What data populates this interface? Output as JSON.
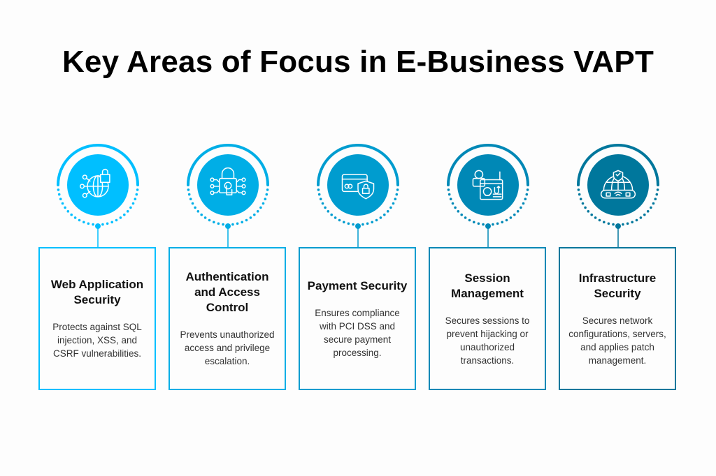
{
  "title": "Key Areas of Focus in E-Business VAPT",
  "items": [
    {
      "heading": "Web Application Security",
      "description": "Protects against SQL injection, XSS, and CSRF vulnerabilities.",
      "icon": "globe-lock-network-icon",
      "color": "#00bfff"
    },
    {
      "heading": "Authentication and Access Control",
      "description": "Prevents unauthorized access and privilege escalation.",
      "icon": "lock-touch-icon",
      "color": "#00aee6"
    },
    {
      "heading": "Payment Security",
      "description": "Ensures compliance with PCI DSS and secure payment processing.",
      "icon": "card-shield-icon",
      "color": "#009ccf"
    },
    {
      "heading": "Session Management",
      "description": "Secures sessions to prevent hijacking or unauthorized transactions.",
      "icon": "hacker-session-icon",
      "color": "#0088b6"
    },
    {
      "heading": "Infrastructure Security",
      "description": "Secures network configurations, servers, and applies patch management.",
      "icon": "network-infrastructure-icon",
      "color": "#00779c"
    }
  ]
}
